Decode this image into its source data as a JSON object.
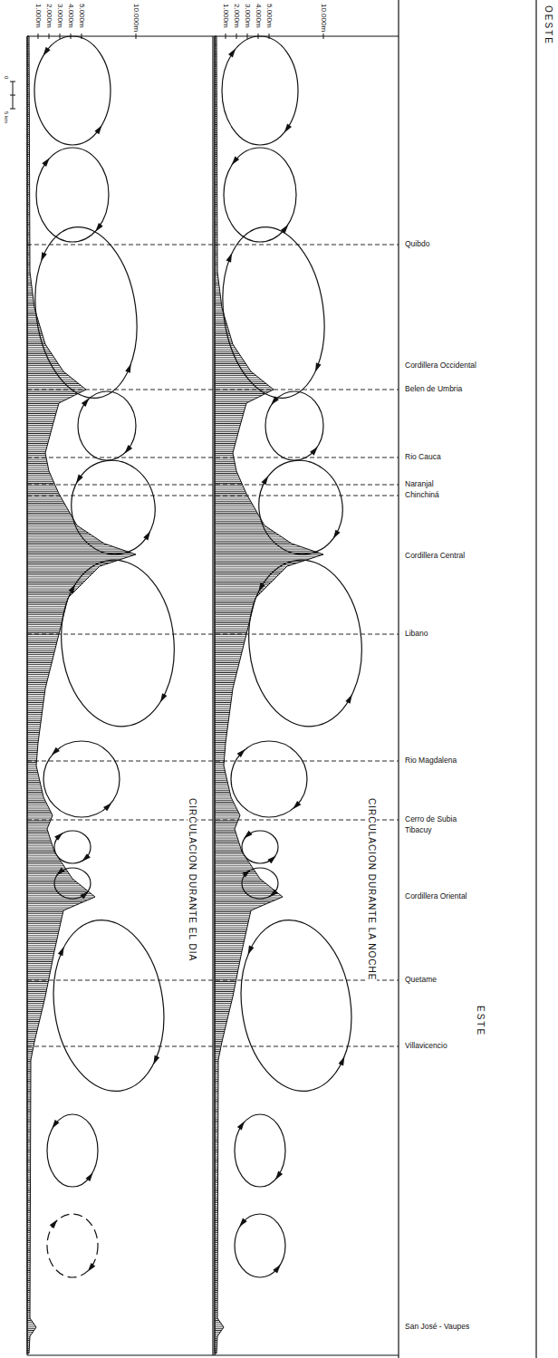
{
  "diagram": {
    "labels": [
      "OESTE",
      "10.000m",
      "5.000m",
      "4.000m",
      "3.000m",
      "2.000m",
      "1.000m",
      "10.000m",
      "5.000m",
      "4.000m",
      "3.000m",
      "2.000m",
      "1.000m",
      "0",
      "5 km",
      "Quibdo",
      "Cordillera Occidental",
      "Belen de Umbria",
      "Rio Cauca",
      "Naranjal",
      "Chinchiná",
      "Cordillera Central",
      "Libano",
      "Rio Magdalena",
      "Cerro de Subia",
      "Tibacuy",
      "Cordillera Oriental",
      "Quetame",
      "Villavicencio",
      "CIRCULACION DURANTE LA NOCHE",
      "CIRCULACION DURANTE EL DIA",
      "ESTE",
      "San José - Vaupes"
    ]
  }
}
